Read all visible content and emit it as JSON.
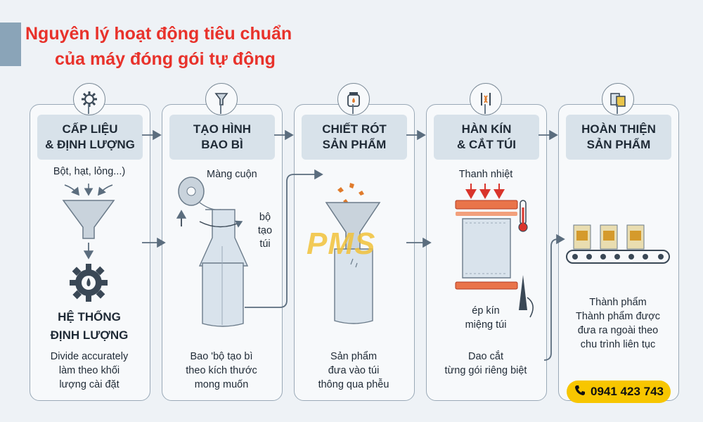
{
  "title": {
    "line1": "Nguyên lý hoạt động tiêu chuẩn",
    "line2": "của máy đóng gói tự động"
  },
  "steps": [
    {
      "header": "CẤP LIỆU\n& ĐỊNH LƯỢNG",
      "icon": "gear-icon",
      "input_label": "Bột, hạt, lỏng...)",
      "system_label": "HỆ THỐNG\nĐỊNH LƯỢNG",
      "desc": "Divide accurately\nlàm theo khối\nlượng cài đặt"
    },
    {
      "header": "TẠO HÌNH\nBAO BÌ",
      "icon": "funnel-icon",
      "roll_label": "Màng cuộn",
      "former_label": "bộ\ntạo\ntúi",
      "desc": "Bao 'bộ tạo bì\ntheo kích thước\nmong muốn"
    },
    {
      "header": "CHIẾT RÓT\nSẢN PHẨM",
      "icon": "jar-icon",
      "desc": "Sản phẩm\nđưa vào túi\nthông qua phễu"
    },
    {
      "header": "HÀN KÍN\n& CẮT TÚI",
      "icon": "sealer-icon",
      "heat_label": "Thanh nhiệt",
      "seal_label": "ép kín\nmiệng túi",
      "desc": "Dao cắt\ntừng gói riêng biệt"
    },
    {
      "header": "HOÀN THIỆN\nSẢN PHẨM",
      "icon": "packages-icon",
      "desc": "Thành phẩm\nThành phẩm được\nđưa ra ngoài theo\nchu trình liên tục"
    }
  ],
  "phone": "0941 423 743",
  "watermark": "PMS",
  "colors": {
    "title": "#e8322b",
    "phone_bg": "#f7c600",
    "heat": "#d9342b",
    "watermark": "#f2c23a"
  }
}
